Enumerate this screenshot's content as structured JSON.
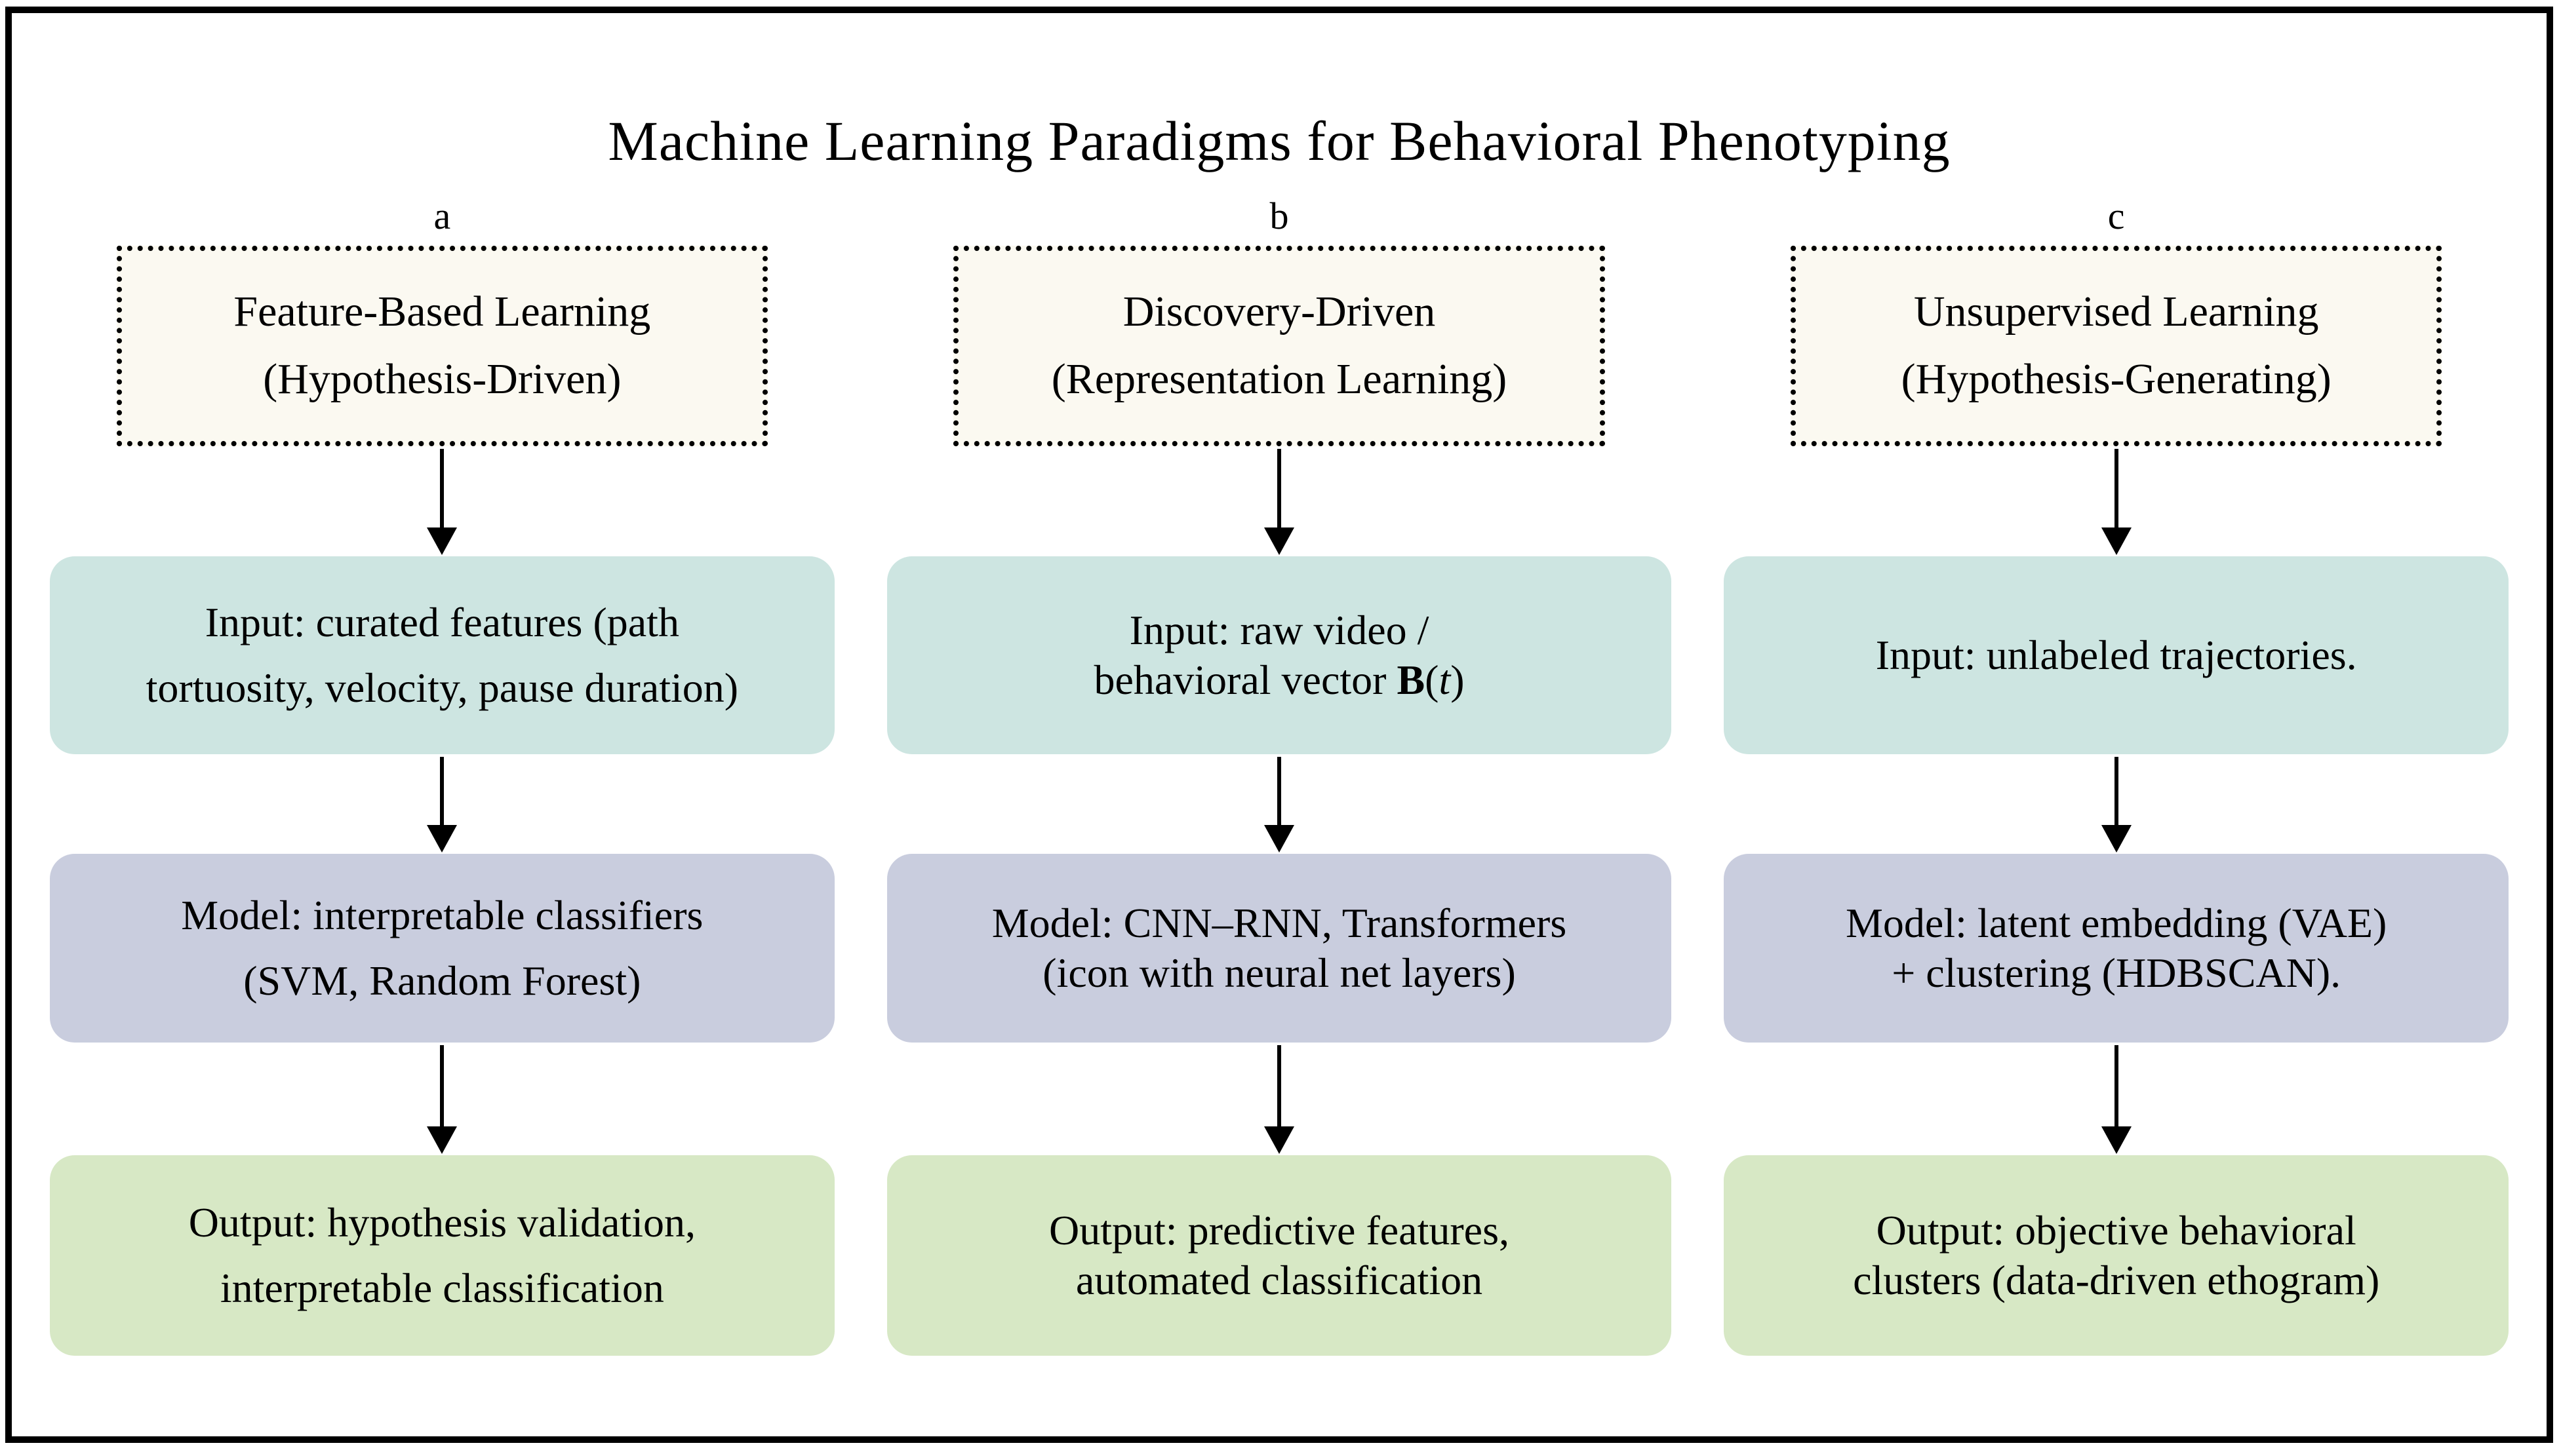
{
  "title": "Machine Learning Paradigms for Behavioral Phenotyping",
  "colors": {
    "input_bg": "#cde5e1",
    "model_bg": "#c9cdde",
    "output_bg": "#d7e8c5",
    "header_bg": "#fbf9f1",
    "frame_border": "#000000",
    "text": "#000000"
  },
  "columns": [
    {
      "letter": "a",
      "header": [
        "Feature-Based Learning",
        "(Hypothesis-Driven)"
      ],
      "input": [
        "Input: curated features (path",
        "tortuosity, velocity, pause duration)"
      ],
      "model": [
        "Model: interpretable classifiers",
        "(SVM, Random Forest)"
      ],
      "output": [
        "Output: hypothesis validation,",
        "interpretable classification"
      ]
    },
    {
      "letter": "b",
      "header": [
        "Discovery-Driven",
        "(Representation Learning)"
      ],
      "input_line1": "Input: raw video /",
      "input_line2": {
        "pre": "behavioral vector ",
        "bold": "B",
        "open": "(",
        "italic": "t",
        "close": ")"
      },
      "model": [
        "Model: CNN–RNN, Transformers",
        "(icon with neural net layers)"
      ],
      "output": [
        "Output: predictive features,",
        "automated classification"
      ]
    },
    {
      "letter": "c",
      "header": [
        "Unsupervised Learning",
        "(Hypothesis-Generating)"
      ],
      "input": [
        "Input: unlabeled trajectories."
      ],
      "model": [
        "Model: latent embedding (VAE)",
        "+ clustering (HDBSCAN)."
      ],
      "output": [
        "Output: objective behavioral",
        "clusters (data-driven ethogram)"
      ]
    }
  ]
}
